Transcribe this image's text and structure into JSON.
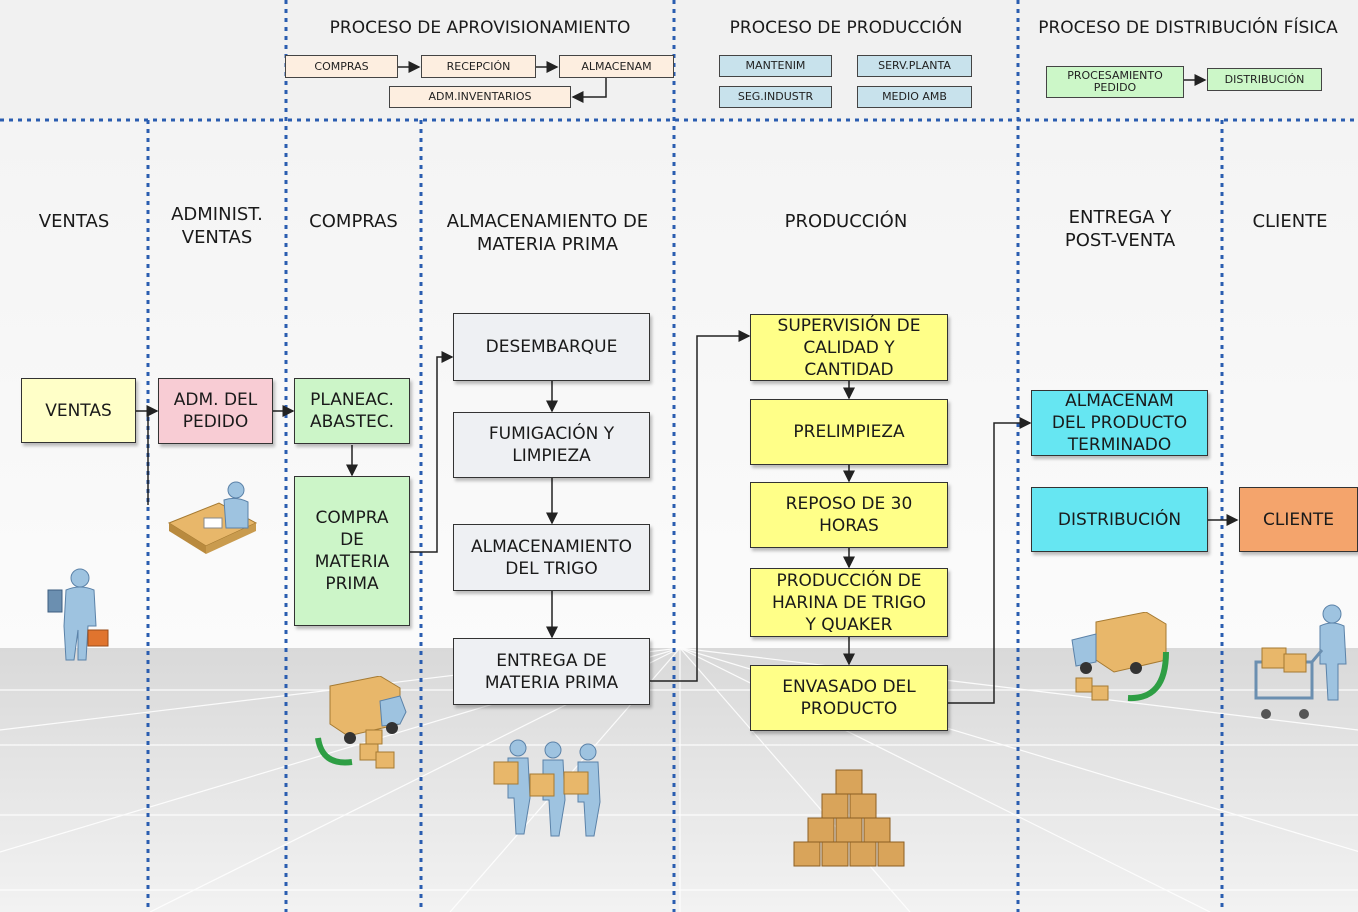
{
  "colors": {
    "yellow": "#ffff88",
    "gray_box": "#eef0f3",
    "green_box": "#ccf5c8",
    "pink_box": "#f8ccd4",
    "cyan_box": "#66e6f2",
    "orange_box": "#f4a46c",
    "divider": "#2a5db0"
  },
  "top": {
    "aprov": {
      "title": "PROCESO DE APROVISIONAMIENTO",
      "compras": "COMPRAS",
      "recepcion": "RECEPCIÓN",
      "almacenam": "ALMACENAM",
      "adm_inventarios": "ADM.INVENTARIOS"
    },
    "prod": {
      "title": "PROCESO DE PRODUCCIÓN",
      "mantenim": "MANTENIM",
      "serv_planta": "SERV.PLANTA",
      "seg_industr": "SEG.INDUSTR",
      "medio_amb": "MEDIO AMB"
    },
    "dist": {
      "title": "PROCESO DE DISTRIBUCIÓN FÍSICA",
      "procesamiento": "PROCESAMIENTO\nPEDIDO",
      "distribucion": "DISTRIBUCIÓN"
    }
  },
  "lanes": {
    "ventas": "VENTAS",
    "admin_ventas": "ADMINIST.\nVENTAS",
    "compras": "COMPRAS",
    "almacenamiento": "ALMACENAMIENTO DE\nMATERIA PRIMA",
    "produccion": "PRODUCCIÓN",
    "entrega": "ENTREGA Y\nPOST-VENTA",
    "cliente": "CLIENTE"
  },
  "boxes": {
    "ventas": "VENTAS",
    "adm_pedido": "ADM. DEL\nPEDIDO",
    "planeac": "PLANEAC.\nABASTEC.",
    "compra_mp": "COMPRA\nDE\nMATERIA\nPRIMA",
    "desembarque": "DESEMBARQUE",
    "fumigacion": "FUMIGACIÓN Y\nLIMPIEZA",
    "almac_trigo": "ALMACENAMIENTO\nDEL TRIGO",
    "entrega_mp": "ENTREGA DE\nMATERIA PRIMA",
    "supervision": "SUPERVISIÓN DE\nCALIDAD Y\nCANTIDAD",
    "prelimpieza": "PRELIMPIEZA",
    "reposo": "REPOSO DE 30\nHORAS",
    "produccion_harina": "PRODUCCIÓN DE\nHARINA DE TRIGO\nY QUAKER",
    "envasado": "ENVASADO DEL\nPRODUCTO",
    "almacenam_pt": "ALMACENAM\nDEL PRODUCTO\nTERMINADO",
    "distribucion": "DISTRIBUCIÓN",
    "cliente": "CLIENTE"
  },
  "icons": [
    "salesperson-icon",
    "desk-worker-icon",
    "delivery-truck-icon",
    "workers-with-boxes-icon",
    "stacked-boxes-icon",
    "delivery-truck-icon",
    "shopper-with-cart-icon"
  ]
}
